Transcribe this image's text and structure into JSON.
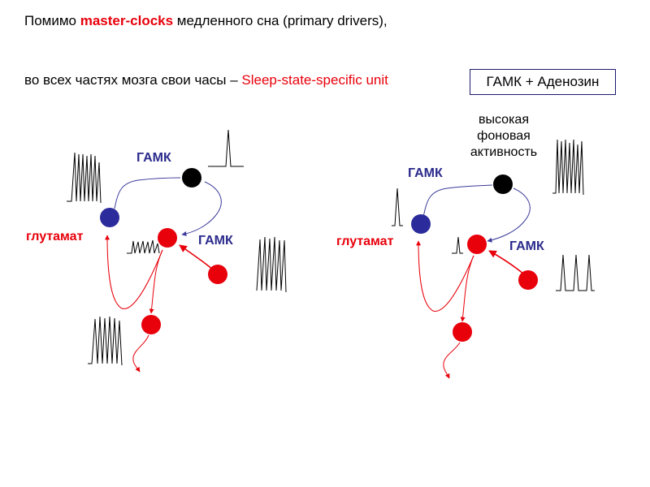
{
  "header": {
    "line1_prefix": "Помимо ",
    "line1_highlight": "master-clocks",
    "line1_suffix": " медленного сна (primary drivers),",
    "line2_prefix": "во всех частях мозга свои часы – ",
    "line2_highlight": "Sleep-state-specific unit"
  },
  "box_label": "ГАМК + Аденозин",
  "left_diagram": {
    "gaba_top": "ГАМК",
    "gaba_right": "ГАМК",
    "glutamate": "глутамат"
  },
  "right_diagram": {
    "gaba_top": "ГАМК",
    "gaba_right": "ГАМК",
    "glutamate": "глутамат",
    "activity_label": "высокая фоновая активность"
  },
  "colors": {
    "gaba_neuron": "#2b2b9c",
    "glutamate_neuron": "#e8000b",
    "black_neuron": "#000000",
    "gaba_arrow": "#3a3a9a",
    "glutamate_arrow": "#e8000b"
  }
}
